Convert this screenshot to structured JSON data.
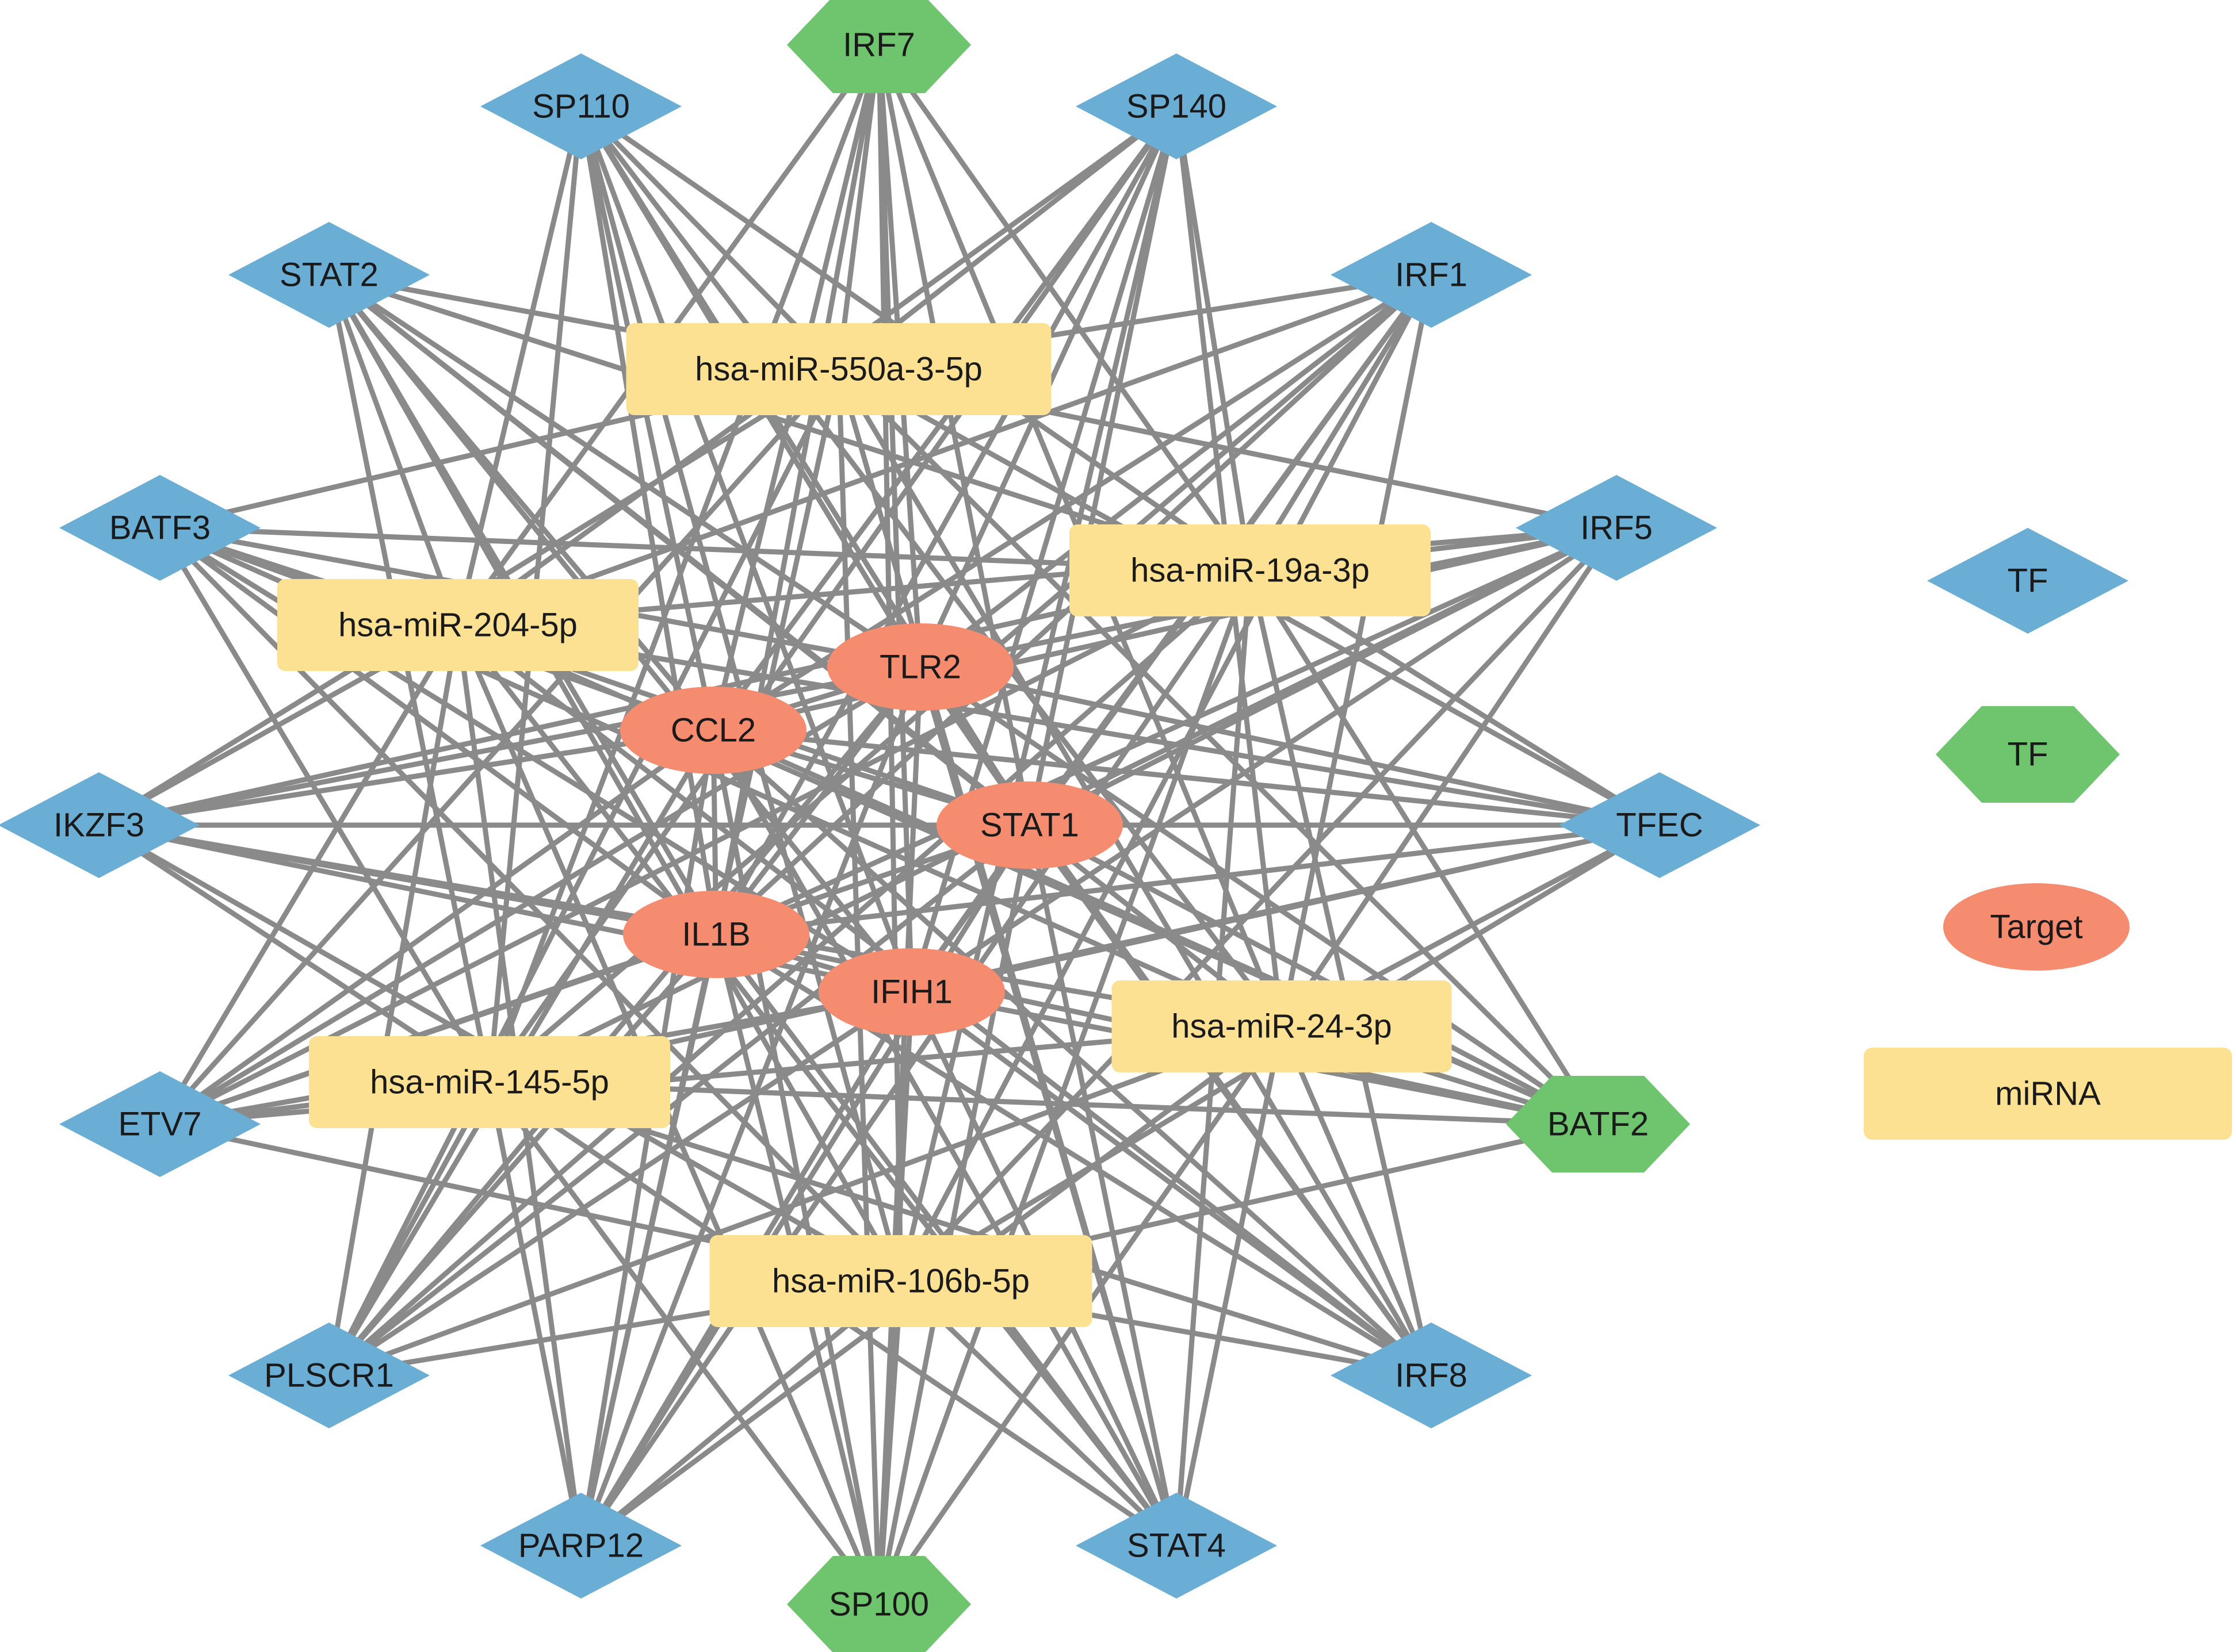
{
  "colors": {
    "tf_diamond": "#6aaed6",
    "tf_hexagon": "#6fc46e",
    "target": "#f68c6f",
    "mirna": "#fde193",
    "edge": "#8a8a8a"
  },
  "nodes": {
    "tf_diamond": [
      "SP110",
      "SP140",
      "STAT2",
      "IRF1",
      "BATF3",
      "IRF5",
      "IKZF3",
      "TFEC",
      "ETV7",
      "PLSCR1",
      "IRF8",
      "PARP12",
      "STAT4"
    ],
    "tf_hexagon": [
      "IRF7",
      "BATF2",
      "SP100"
    ],
    "target": [
      "TLR2",
      "CCL2",
      "STAT1",
      "IL1B",
      "IFIH1"
    ],
    "mirna": [
      "hsa-miR-550a-3-5p",
      "hsa-miR-19a-3p",
      "hsa-miR-204-5p",
      "hsa-miR-24-3p",
      "hsa-miR-145-5p",
      "hsa-miR-106b-5p"
    ]
  },
  "legend": {
    "items": [
      {
        "shape": "diamond",
        "label": "TF"
      },
      {
        "shape": "hexagon",
        "label": "TF"
      },
      {
        "shape": "ellipse",
        "label": "Target"
      },
      {
        "shape": "rect",
        "label": "miRNA"
      }
    ]
  }
}
